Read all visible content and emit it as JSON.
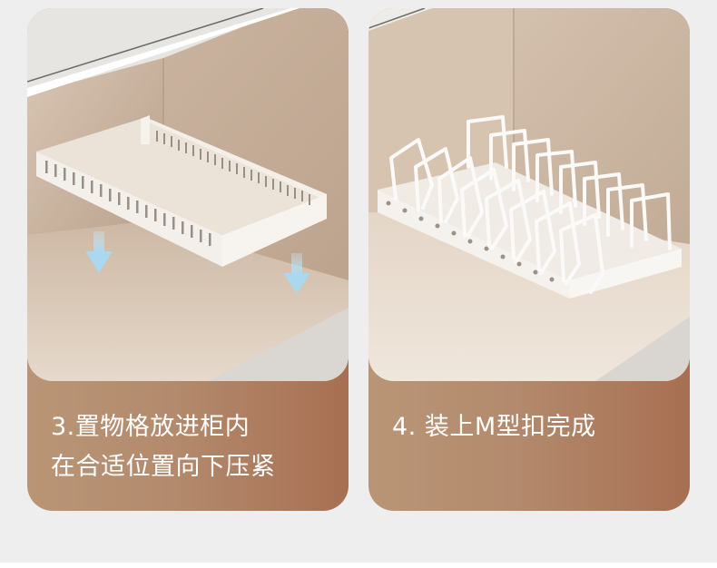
{
  "background_color": "#eeeeee",
  "cards": [
    {
      "step": "3",
      "caption_lines": [
        "3.置物格放进柜内",
        "在合适位置向下压紧"
      ],
      "image_description": "white perforated tray being placed into a beige under-sink cabinet with two light-blue downward arrows",
      "arrow_color": "#a9d8ef"
    },
    {
      "step": "4",
      "caption_lines": [
        "4. 装上M型扣完成"
      ],
      "image_description": "white pot-lid / plate rack with M-shaped wire dividers installed in the cabinet tray"
    }
  ],
  "colors": {
    "caption_gradient_start": "#b99576",
    "caption_gradient_end": "#a86f52",
    "caption_text": "#ffffff",
    "cabinet_wall": "#c9b39f",
    "tray_white": "#f1ece6"
  }
}
